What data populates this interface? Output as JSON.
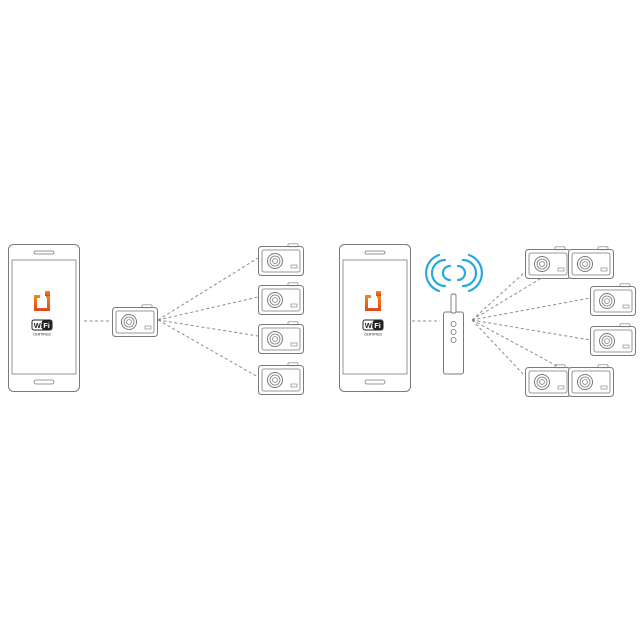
{
  "colors": {
    "stroke": "#7a7a7a",
    "dash": "#8c8c8c",
    "app_orange_top": "#f08a1e",
    "app_orange_bottom": "#e2461c",
    "wifi_waves": "#29a8e0",
    "background": "#ffffff"
  },
  "wifi_logo": {
    "word": "Wi Fi",
    "sub": "CERTIFIED"
  },
  "left_setup": {
    "phone": {
      "app_icon": "orange-bracket-app-icon",
      "badge": "wifi-certified-logo"
    },
    "hub_camera": {
      "icon": "camera-icon"
    },
    "connected_cameras": 4
  },
  "right_setup": {
    "phone": {
      "app_icon": "orange-bracket-app-icon",
      "badge": "wifi-certified-logo"
    },
    "access_point": {
      "icon": "wifi-router-icon",
      "signal": "wifi-signal-waves-icon"
    },
    "connected_cameras": 6
  }
}
